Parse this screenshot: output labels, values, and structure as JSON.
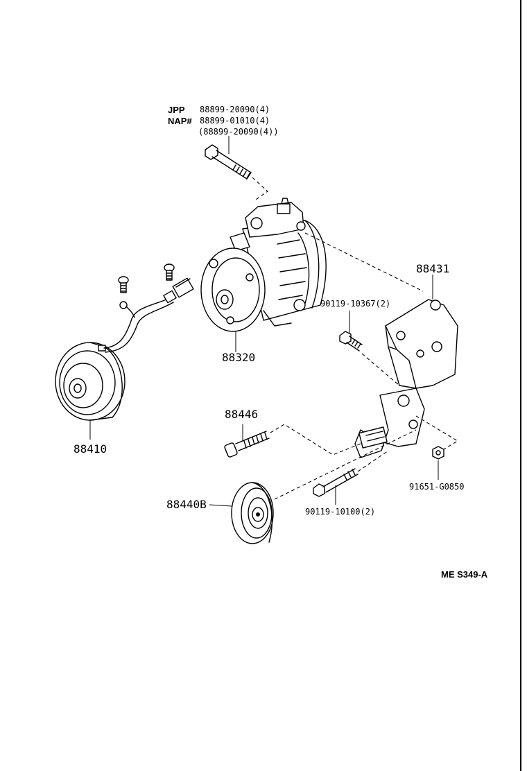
{
  "notes": {
    "jpp_label": "JPP",
    "jpp_value": "88899-20090(4)",
    "nap_label": "NAP#",
    "nap_value": "88899-01010(4)",
    "nap_alt": "(88899-20090(4))"
  },
  "parts": {
    "p88431": "88431",
    "p90119_10367": "90119-10367(2)",
    "p88320": "88320",
    "p88410": "88410",
    "p88446": "88446",
    "p88440B": "88440B",
    "p91651": "91651-G0850",
    "p90119_10100": "90119-10100(2)"
  },
  "diagram_code": "ME S349-A"
}
